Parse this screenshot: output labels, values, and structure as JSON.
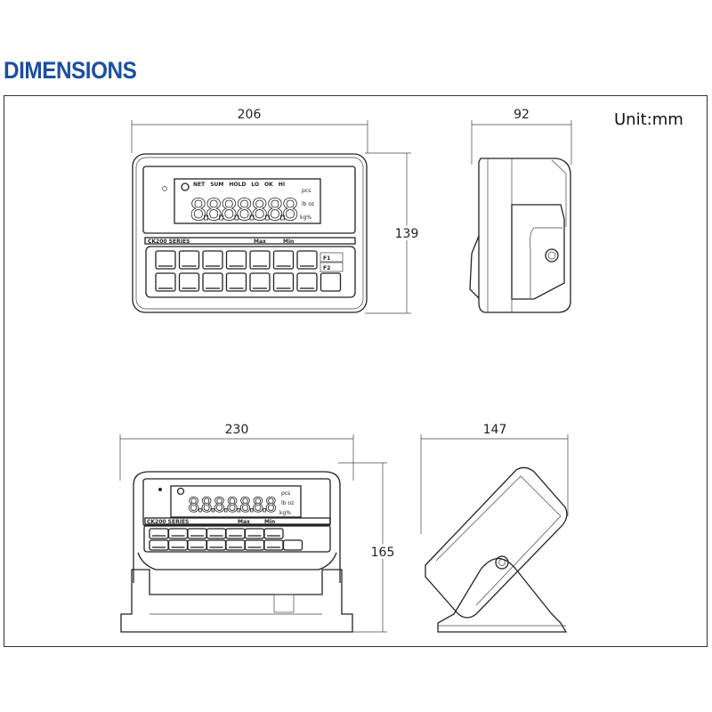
{
  "title": "DIMENSIONS",
  "unit_label": "Unit:mm",
  "dimensions": {
    "front_width": "206",
    "front_height": "139",
    "side_depth": "92",
    "stand_width": "230",
    "stand_height": "165",
    "stand_depth": "147"
  },
  "display": {
    "indicators": [
      "NET",
      "SUM",
      "HOLD",
      "LO",
      "OK",
      "HI"
    ],
    "units": [
      "pcs",
      "lb oz",
      "kg%"
    ],
    "digits": "8.8.8.8.8.8.8",
    "series_label": "CK200 SERIES",
    "max_label": "Max",
    "min_label": "Min",
    "f1_label": "F1",
    "f2_label": "F2"
  }
}
